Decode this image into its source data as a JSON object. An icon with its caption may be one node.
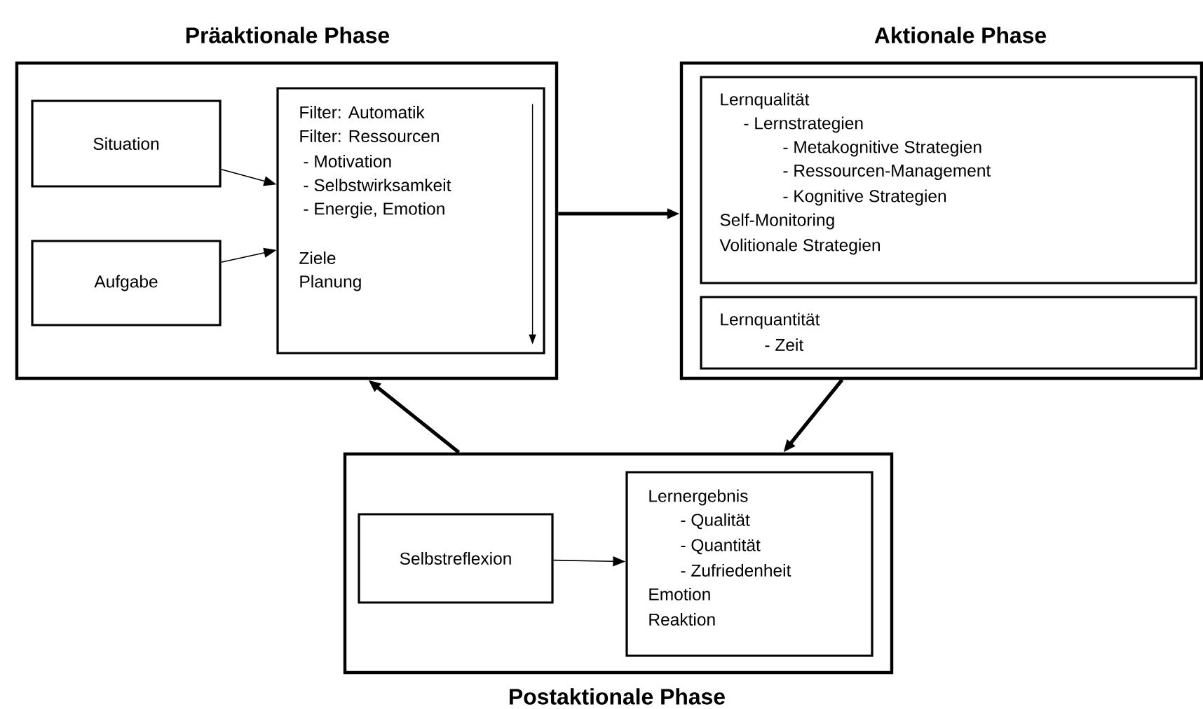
{
  "diagram": {
    "nodes": [
      {
        "text": [
          "Präaktionale Phase"
        ]
      },
      {
        "text": [
          "Situation"
        ],
        "in": 0
      },
      {
        "text": [
          "Aufgabe"
        ],
        "in": 0
      },
      {
        "text": [
          "Filter: Automatik",
          "Filter: Ressourcen",
          "- Motivation",
          "- Selbstwirksamkeit",
          "- Energie, Emotion",
          "Ziele",
          "Planung"
        ],
        "in": 0
      },
      {
        "text": [
          "Aktionale Phase"
        ]
      },
      {
        "text": [
          "Lernqualität",
          "- Lernstrategien",
          "- Metakognitive Strategien",
          "- Ressourcen-Management",
          "- Kognitive Strategien",
          "Self-Monitoring",
          "Volitionale Strategien"
        ],
        "in": 4
      },
      {
        "text": [
          "Lernquantität",
          "- Zeit"
        ],
        "in": 4
      },
      {
        "text": [
          "Postaktionale Phase"
        ]
      },
      {
        "text": [
          "Selbstreflexion"
        ],
        "in": 7
      },
      {
        "text": [
          "Lernergebnis",
          "- Qualität",
          "- Quantität",
          "- Zufriedenheit",
          "Emotion",
          "Reaktion"
        ],
        "in": 7
      }
    ],
    "edges": [
      {
        "from": 1,
        "to": 3,
        "arrow": "to"
      },
      {
        "from": 2,
        "to": 3,
        "arrow": "to"
      },
      {
        "from": 0,
        "to": 4,
        "arrow": "to",
        "style": "thick"
      },
      {
        "from": 4,
        "to": 7,
        "arrow": "to",
        "style": "thick"
      },
      {
        "from": 7,
        "to": 0,
        "arrow": "to",
        "style": "thick"
      },
      {
        "from": 8,
        "to": 9,
        "arrow": "to"
      }
    ]
  }
}
